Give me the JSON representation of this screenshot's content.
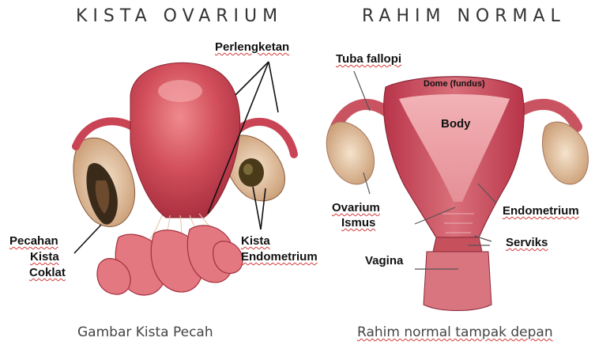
{
  "titles": {
    "left": "KISTA OVARIUM",
    "right": "RAHIM NORMAL"
  },
  "captions": {
    "left": "Gambar Kista Pecah",
    "right": "Rahim normal tampak depan"
  },
  "labels_left": {
    "perlengketan": "Perlengketan",
    "pecahan": [
      "Pecahan",
      "Kista",
      "Coklat"
    ],
    "kista_endometrium": [
      "Kista",
      "Endometrium"
    ]
  },
  "labels_right": {
    "tuba_fallopi": "Tuba fallopi",
    "dome": "Dome (fundus)",
    "body": "Body",
    "ovarium": "Ovarium",
    "ismus": "Ismus",
    "endometrium": "Endometrium",
    "serviks": "Serviks",
    "vagina": "Vagina"
  },
  "colors": {
    "uterus": "#c9404f",
    "uterus_light": "#e47a7f",
    "ovary": "#e8c9a8",
    "cyst": "#3a2a1a",
    "spell_underline": "#d33a3a"
  }
}
